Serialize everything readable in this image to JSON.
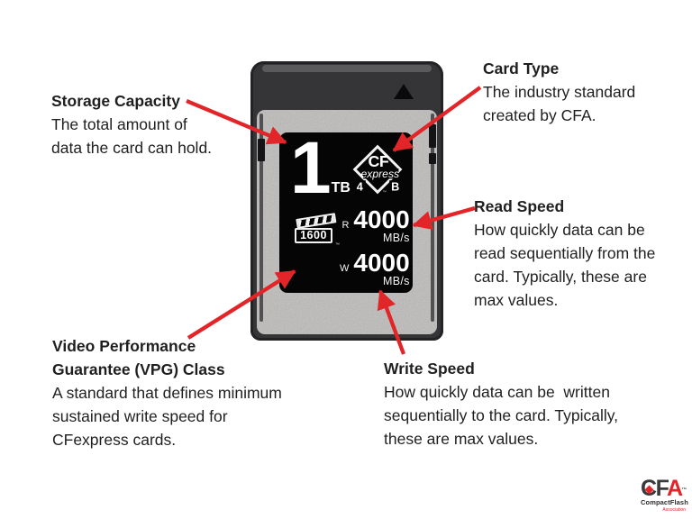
{
  "card": {
    "capacity": {
      "value": "1",
      "unit": "TB"
    },
    "cfexpress_logo": {
      "cf": "CF",
      "express": "express",
      "version": "4",
      "type": "B",
      "tm": "™"
    },
    "vpg_logo": {
      "value": "1600",
      "tm": "™"
    },
    "read": {
      "prefix": "R",
      "value": "4000",
      "unit": "MB/s"
    },
    "write": {
      "prefix": "W",
      "value": "4000",
      "unit": "MB/s"
    }
  },
  "annotations": {
    "storage": {
      "title": "Storage Capacity",
      "body": "The total amount of\ndata the card can hold."
    },
    "card_type": {
      "title": "Card Type",
      "body": "The industry standard\ncreated by CFA."
    },
    "read_speed": {
      "title": "Read Speed",
      "body": "How quickly data can be\nread sequentially from the\ncard. Typically, these are\nmax values."
    },
    "write_speed": {
      "title": "Write Speed",
      "body": "How quickly data can be  written\nsequentially to the card. Typically,\nthese are max values."
    },
    "vpg": {
      "title": "Video Performance\nGuarantee (VPG) Class",
      "body": "A standard that defines minimum\nsustained write speed for\nCFexpress cards."
    }
  },
  "footer_logo": {
    "c": "C",
    "f": "F",
    "a": "A",
    "tm": "™",
    "name": "CompactFlash",
    "subname": "Association"
  },
  "colors": {
    "arrow_red": "#e22528",
    "text": "#1f1f1f",
    "card_silver": "#bdbcba",
    "card_dark": "#353537",
    "label_black": "#050505",
    "logo_red": "#e22528",
    "logo_gray": "#3a3a3c"
  }
}
